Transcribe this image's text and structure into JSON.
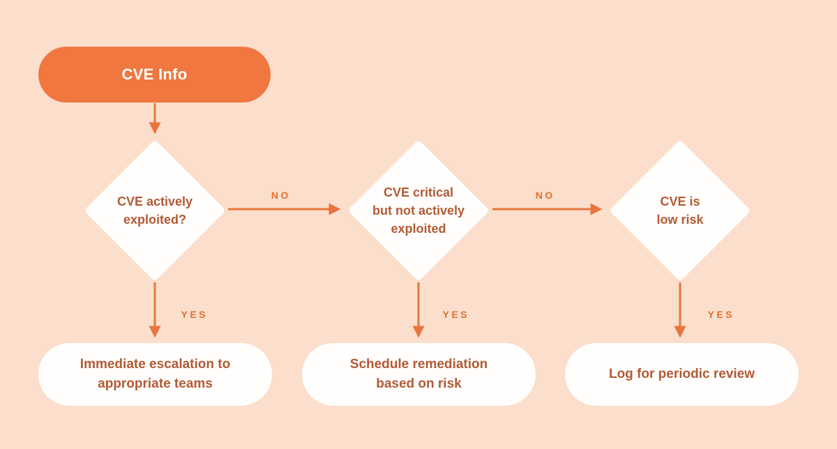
{
  "diagram": {
    "type": "flowchart",
    "topic": "CVE triage decision flow"
  },
  "colors": {
    "background": "#FBDECB",
    "start_node_fill": "#F0773F",
    "start_node_text": "#FFFFFF",
    "node_fill": "#FFFEFD",
    "node_text": "#B25A34",
    "arrow": "#E8753D",
    "edge_label_text": "#E0702F"
  },
  "start": {
    "label": "CVE Info"
  },
  "decisions": [
    {
      "label": "CVE actively\nexploited?"
    },
    {
      "label": "CVE critical\nbut not actively\nexploited"
    },
    {
      "label": "CVE is\nlow risk"
    }
  ],
  "outcomes": [
    {
      "label": "Immediate escalation to\nappropriate teams"
    },
    {
      "label": "Schedule remediation\nbased on risk"
    },
    {
      "label": "Log for periodic review"
    }
  ],
  "edges": {
    "no_1": "NO",
    "no_2": "NO",
    "yes_1": "YES",
    "yes_2": "YES",
    "yes_3": "YES"
  }
}
